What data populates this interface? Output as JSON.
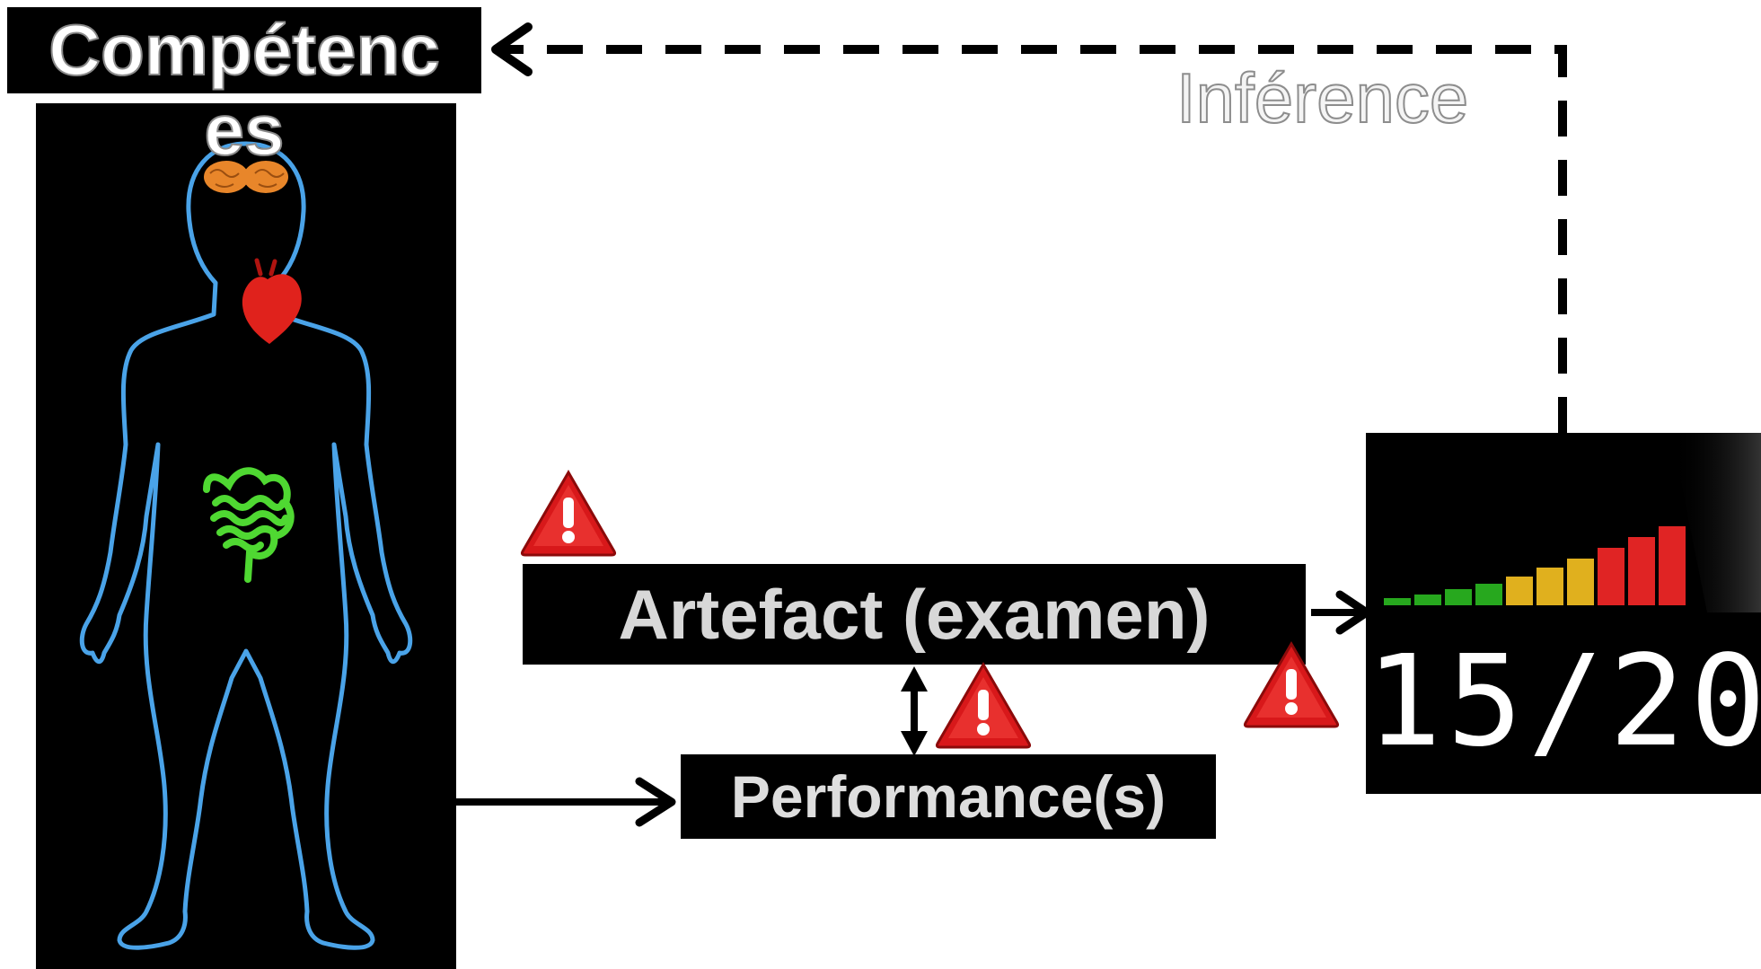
{
  "diagram": {
    "competences_label": "Compétenc",
    "competences_label_wrap": "es",
    "inference_label": "Inférence",
    "artefact_label": "Artefact (examen)",
    "performance_label": "Performance(s)",
    "score": "15/20"
  },
  "icons": {
    "body": "human-body-outline-icon",
    "brain": "brain-icon",
    "heart": "heart-icon",
    "intestines": "intestines-icon",
    "warning": "warning-triangle-icon",
    "gauge": "score-gauge-icon"
  },
  "colors": {
    "body_outline": "#4aa3e8",
    "brain": "#e8862a",
    "heart": "#e0221c",
    "intestines": "#4fd832",
    "warning_red": "#d8181a",
    "gauge_green": "#27a81e",
    "gauge_yellow": "#e0b01e",
    "gauge_red": "#e02424"
  }
}
